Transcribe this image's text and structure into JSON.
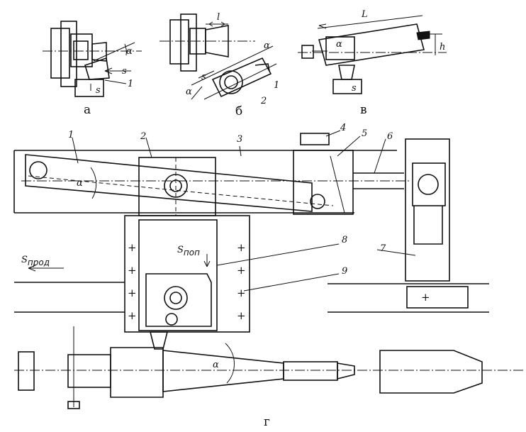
{
  "figure": {
    "sub_a": {
      "caption": "а",
      "labels": {
        "angle": "α",
        "feed": "s",
        "feed2": "s",
        "part": "1"
      }
    },
    "sub_b": {
      "caption": "б",
      "labels": {
        "length": "l",
        "angle": "α",
        "angle2": "α",
        "feed": "s",
        "part1": "1",
        "part2": "2"
      }
    },
    "sub_v": {
      "caption": "в",
      "labels": {
        "length": "L",
        "angle": "α",
        "offset": "h",
        "feed": "s"
      }
    },
    "main": {
      "caption": "г",
      "callouts": [
        "1",
        "2",
        "3",
        "4",
        "5",
        "6",
        "7",
        "8",
        "9"
      ],
      "angle_top": "α",
      "angle_bottom": "α",
      "feed_long": "S",
      "feed_long_sub": "прод",
      "feed_cross": "S",
      "feed_cross_sub": "поп"
    }
  }
}
